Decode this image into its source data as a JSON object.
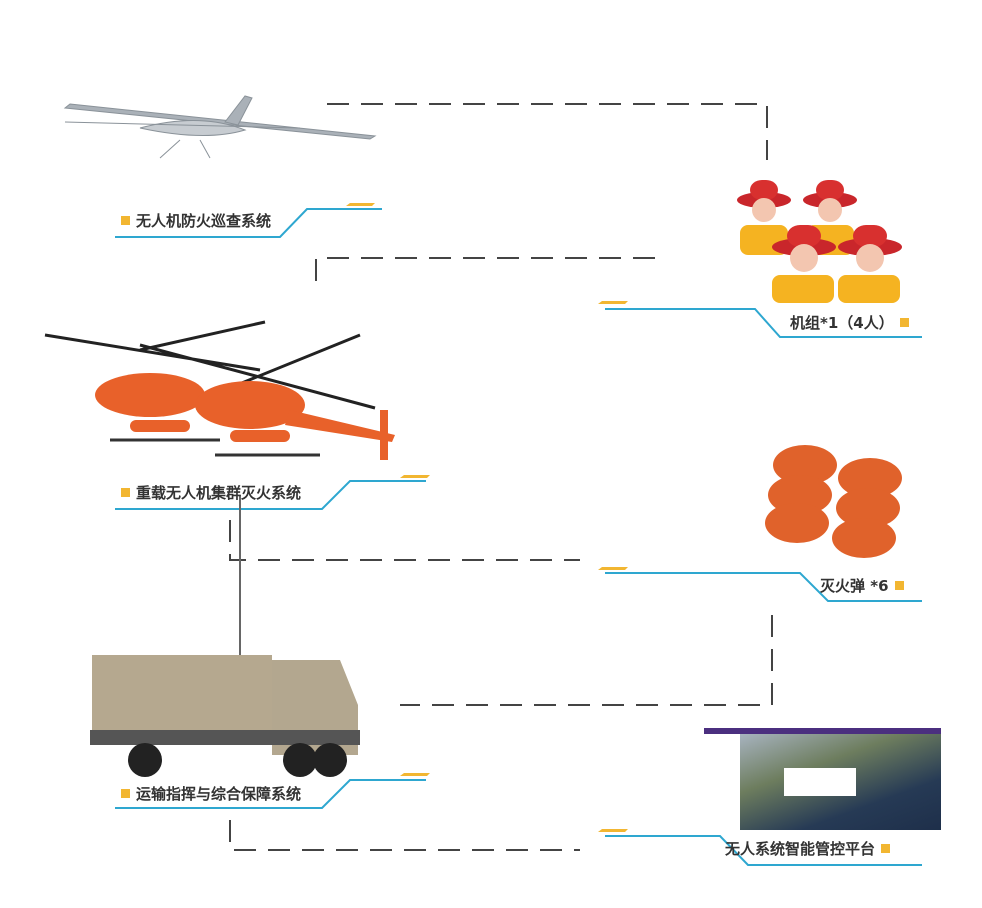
{
  "labels": {
    "patrol": "无人机防火巡查系统",
    "crew": "机组*1（4人）",
    "heavy": "重载无人机集群灭火系统",
    "bombs": "灭火弹 *6",
    "transport": "运输指挥与综合保障系统",
    "platform": "无人系统智能管控平台"
  },
  "colors": {
    "accent_line": "#2ea7d0",
    "marker": "#f2b631",
    "dash": "#444444"
  }
}
